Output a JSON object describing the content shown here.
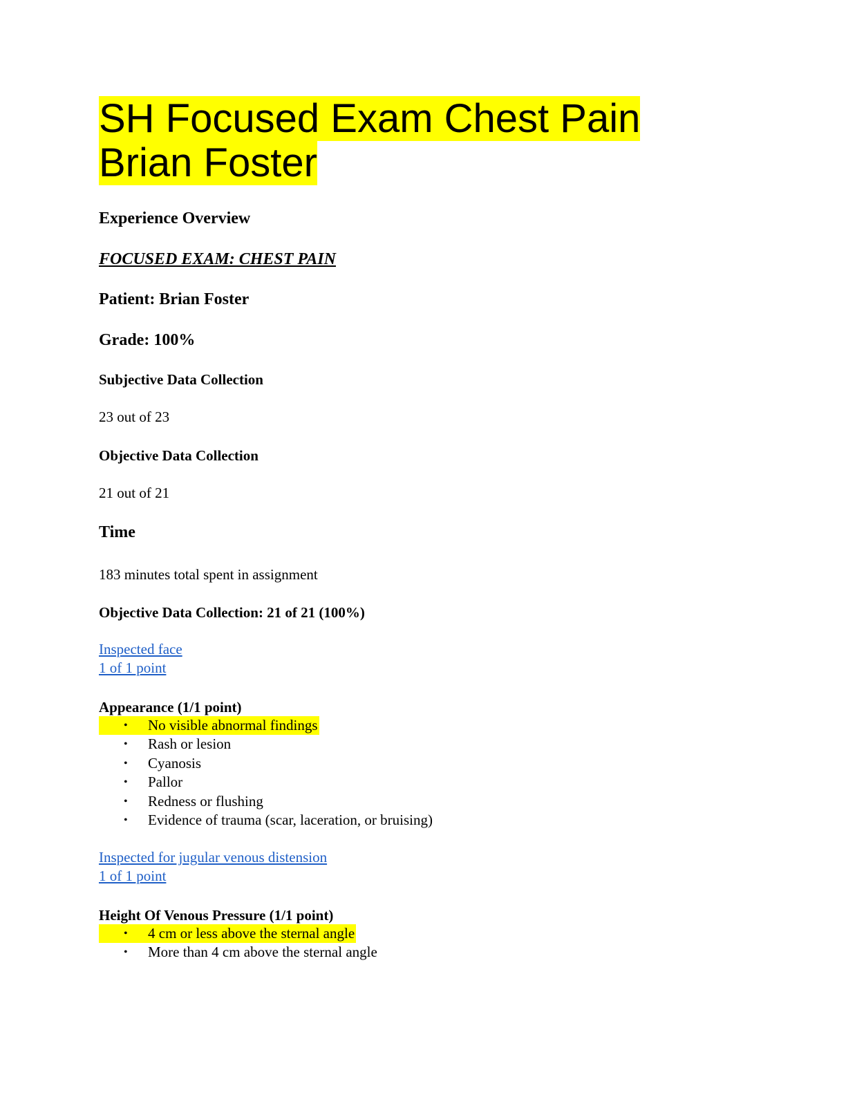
{
  "document": {
    "title": "SH Focused Exam Chest Pain Brian Foster",
    "experience_overview": "Experience Overview",
    "focused_exam": "FOCUSED EXAM: CHEST PAIN",
    "patient": "Patient: Brian Foster",
    "grade": "Grade: 100%",
    "subjective_heading": "Subjective Data Collection",
    "subjective_score": "23 out of 23",
    "objective_heading": "Objective Data Collection",
    "objective_score": "21 out of 21",
    "time_heading": "Time",
    "time_value": "183 minutes total spent in assignment",
    "objective_summary": "Objective Data Collection: 21 of 21 (100%)"
  },
  "sections": [
    {
      "link": "Inspected face",
      "points_link": "1 of 1 point",
      "heading": "Appearance (1/1 point)",
      "options": [
        "No visible abnormal findings",
        "Rash or lesion",
        "Cyanosis",
        "Pallor",
        "Redness or flushing",
        "Evidence of trauma (scar, laceration, or bruising)"
      ]
    },
    {
      "link": "Inspected for jugular venous distension",
      "points_link": "1 of 1 point",
      "heading": "Height Of Venous Pressure (1/1 point)",
      "options": [
        "4 cm or less above the sternal angle",
        "More than 4 cm above the sternal angle"
      ]
    }
  ],
  "colors": {
    "highlight": "#ffff00",
    "link": "#1f5fc7"
  },
  "bullet_glyph": "•"
}
